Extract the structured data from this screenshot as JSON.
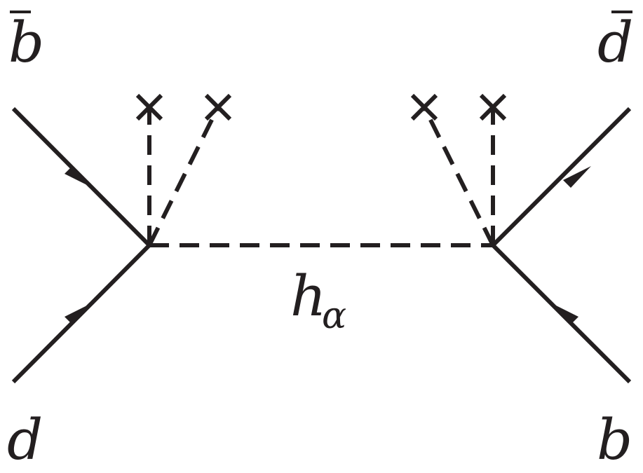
{
  "diagram": {
    "labels": {
      "top_left": "b",
      "top_right": "d",
      "bottom_left": "d",
      "bottom_right": "b",
      "propagator_main": "h",
      "propagator_sub": "α"
    },
    "colors": {
      "ink": "#231f20",
      "background": "#ffffff"
    }
  }
}
